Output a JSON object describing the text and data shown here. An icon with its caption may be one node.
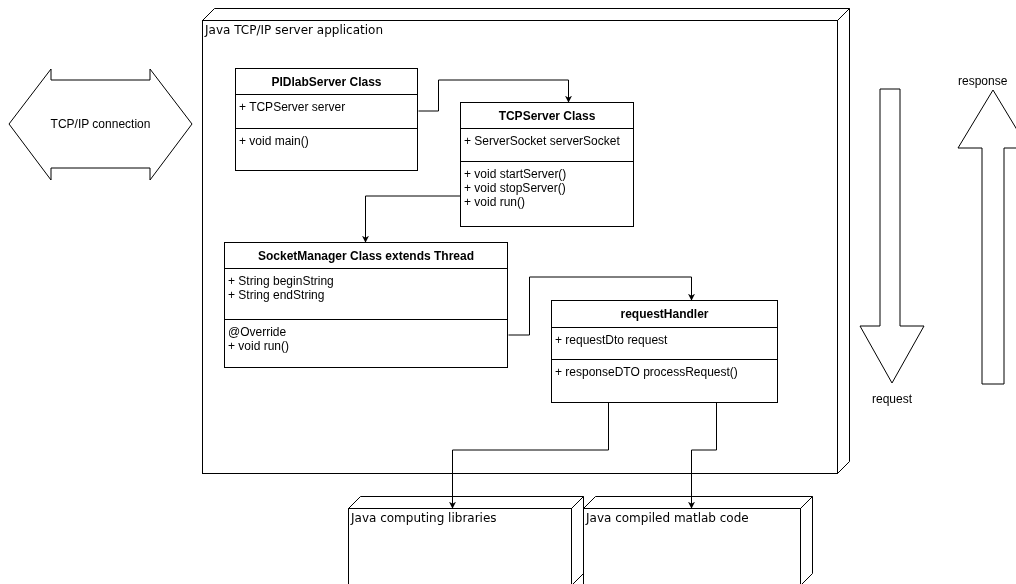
{
  "diagram": {
    "nodes": [
      {
        "text": [
          "Java TCP/IP server application"
        ]
      },
      {
        "text": [
          "PIDlabServer Class",
          "+ TCPServer server",
          "+ void main()"
        ],
        "in": 0
      },
      {
        "text": [
          "TCPServer Class",
          "+ ServerSocket serverSocket",
          "+ void startServer()",
          "+ void stopServer()",
          "+ void run()"
        ],
        "in": 0
      },
      {
        "text": [
          "SocketManager Class extends Thread",
          "+ String beginString",
          "+ String endString",
          "@Override",
          "+ void run()"
        ],
        "in": 0
      },
      {
        "text": [
          "requestHandler",
          "+ requestDto request",
          "+ responseDTO processRequest()"
        ],
        "in": 0
      },
      {
        "text": [
          "Java computing libraries"
        ]
      },
      {
        "text": [
          "Java compiled matlab code"
        ]
      },
      {
        "text": [
          "TCP/IP connection"
        ]
      },
      {
        "text": [
          "request"
        ]
      },
      {
        "text": [
          "response"
        ]
      }
    ],
    "edges": [
      {
        "from": 1,
        "to": 2,
        "arrow": "to"
      },
      {
        "from": 2,
        "to": 3,
        "arrow": "to"
      },
      {
        "from": 3,
        "to": 4,
        "arrow": "to"
      },
      {
        "from": 4,
        "to": 5,
        "arrow": "to"
      },
      {
        "from": 4,
        "to": 6,
        "arrow": "to"
      }
    ]
  }
}
